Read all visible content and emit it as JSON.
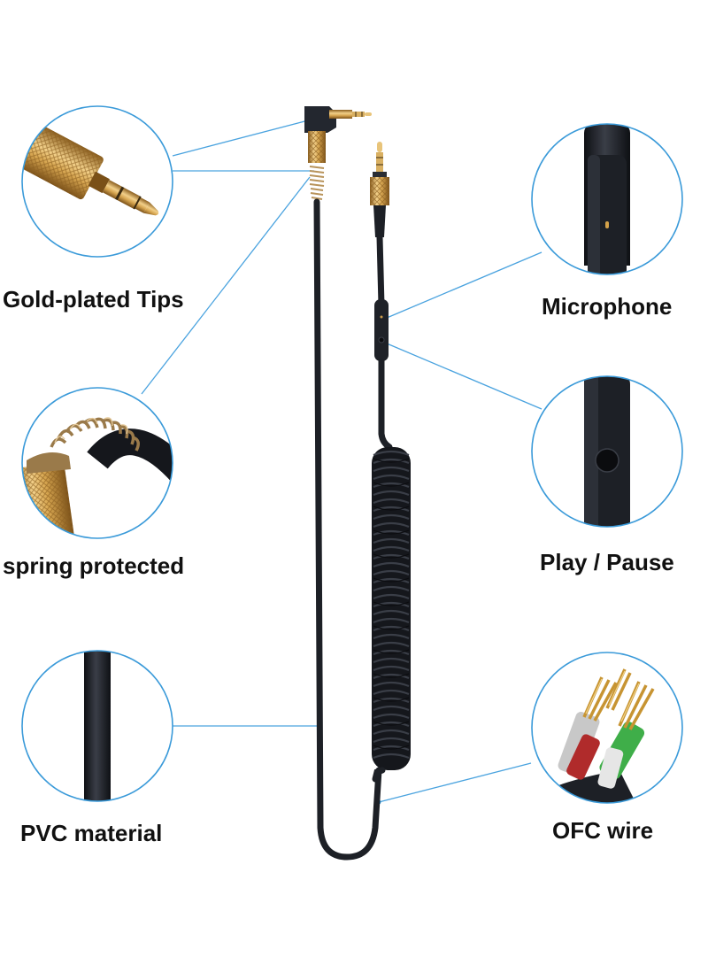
{
  "labels": {
    "gold_plated_tips": "Gold-plated Tips",
    "spring_protected": "spring protected",
    "pvc_material": "PVC material",
    "microphone": "Microphone",
    "play_pause": "Play / Pause",
    "ofc_wire": "OFC wire"
  },
  "colors": {
    "background": "#ffffff",
    "circle_outline": "#3a9ad9",
    "leader_line": "#4aa3df",
    "cable": "#1d2026",
    "gold": "#c99a4a",
    "text": "#111111"
  },
  "icons": {
    "gold_tip": "gold-plated-plug-icon",
    "spring": "spring-strain-relief-icon",
    "pvc": "pvc-cable-icon",
    "mic": "microphone-hole-icon",
    "button": "play-pause-button-icon",
    "ofc": "copper-wire-strands-icon"
  }
}
